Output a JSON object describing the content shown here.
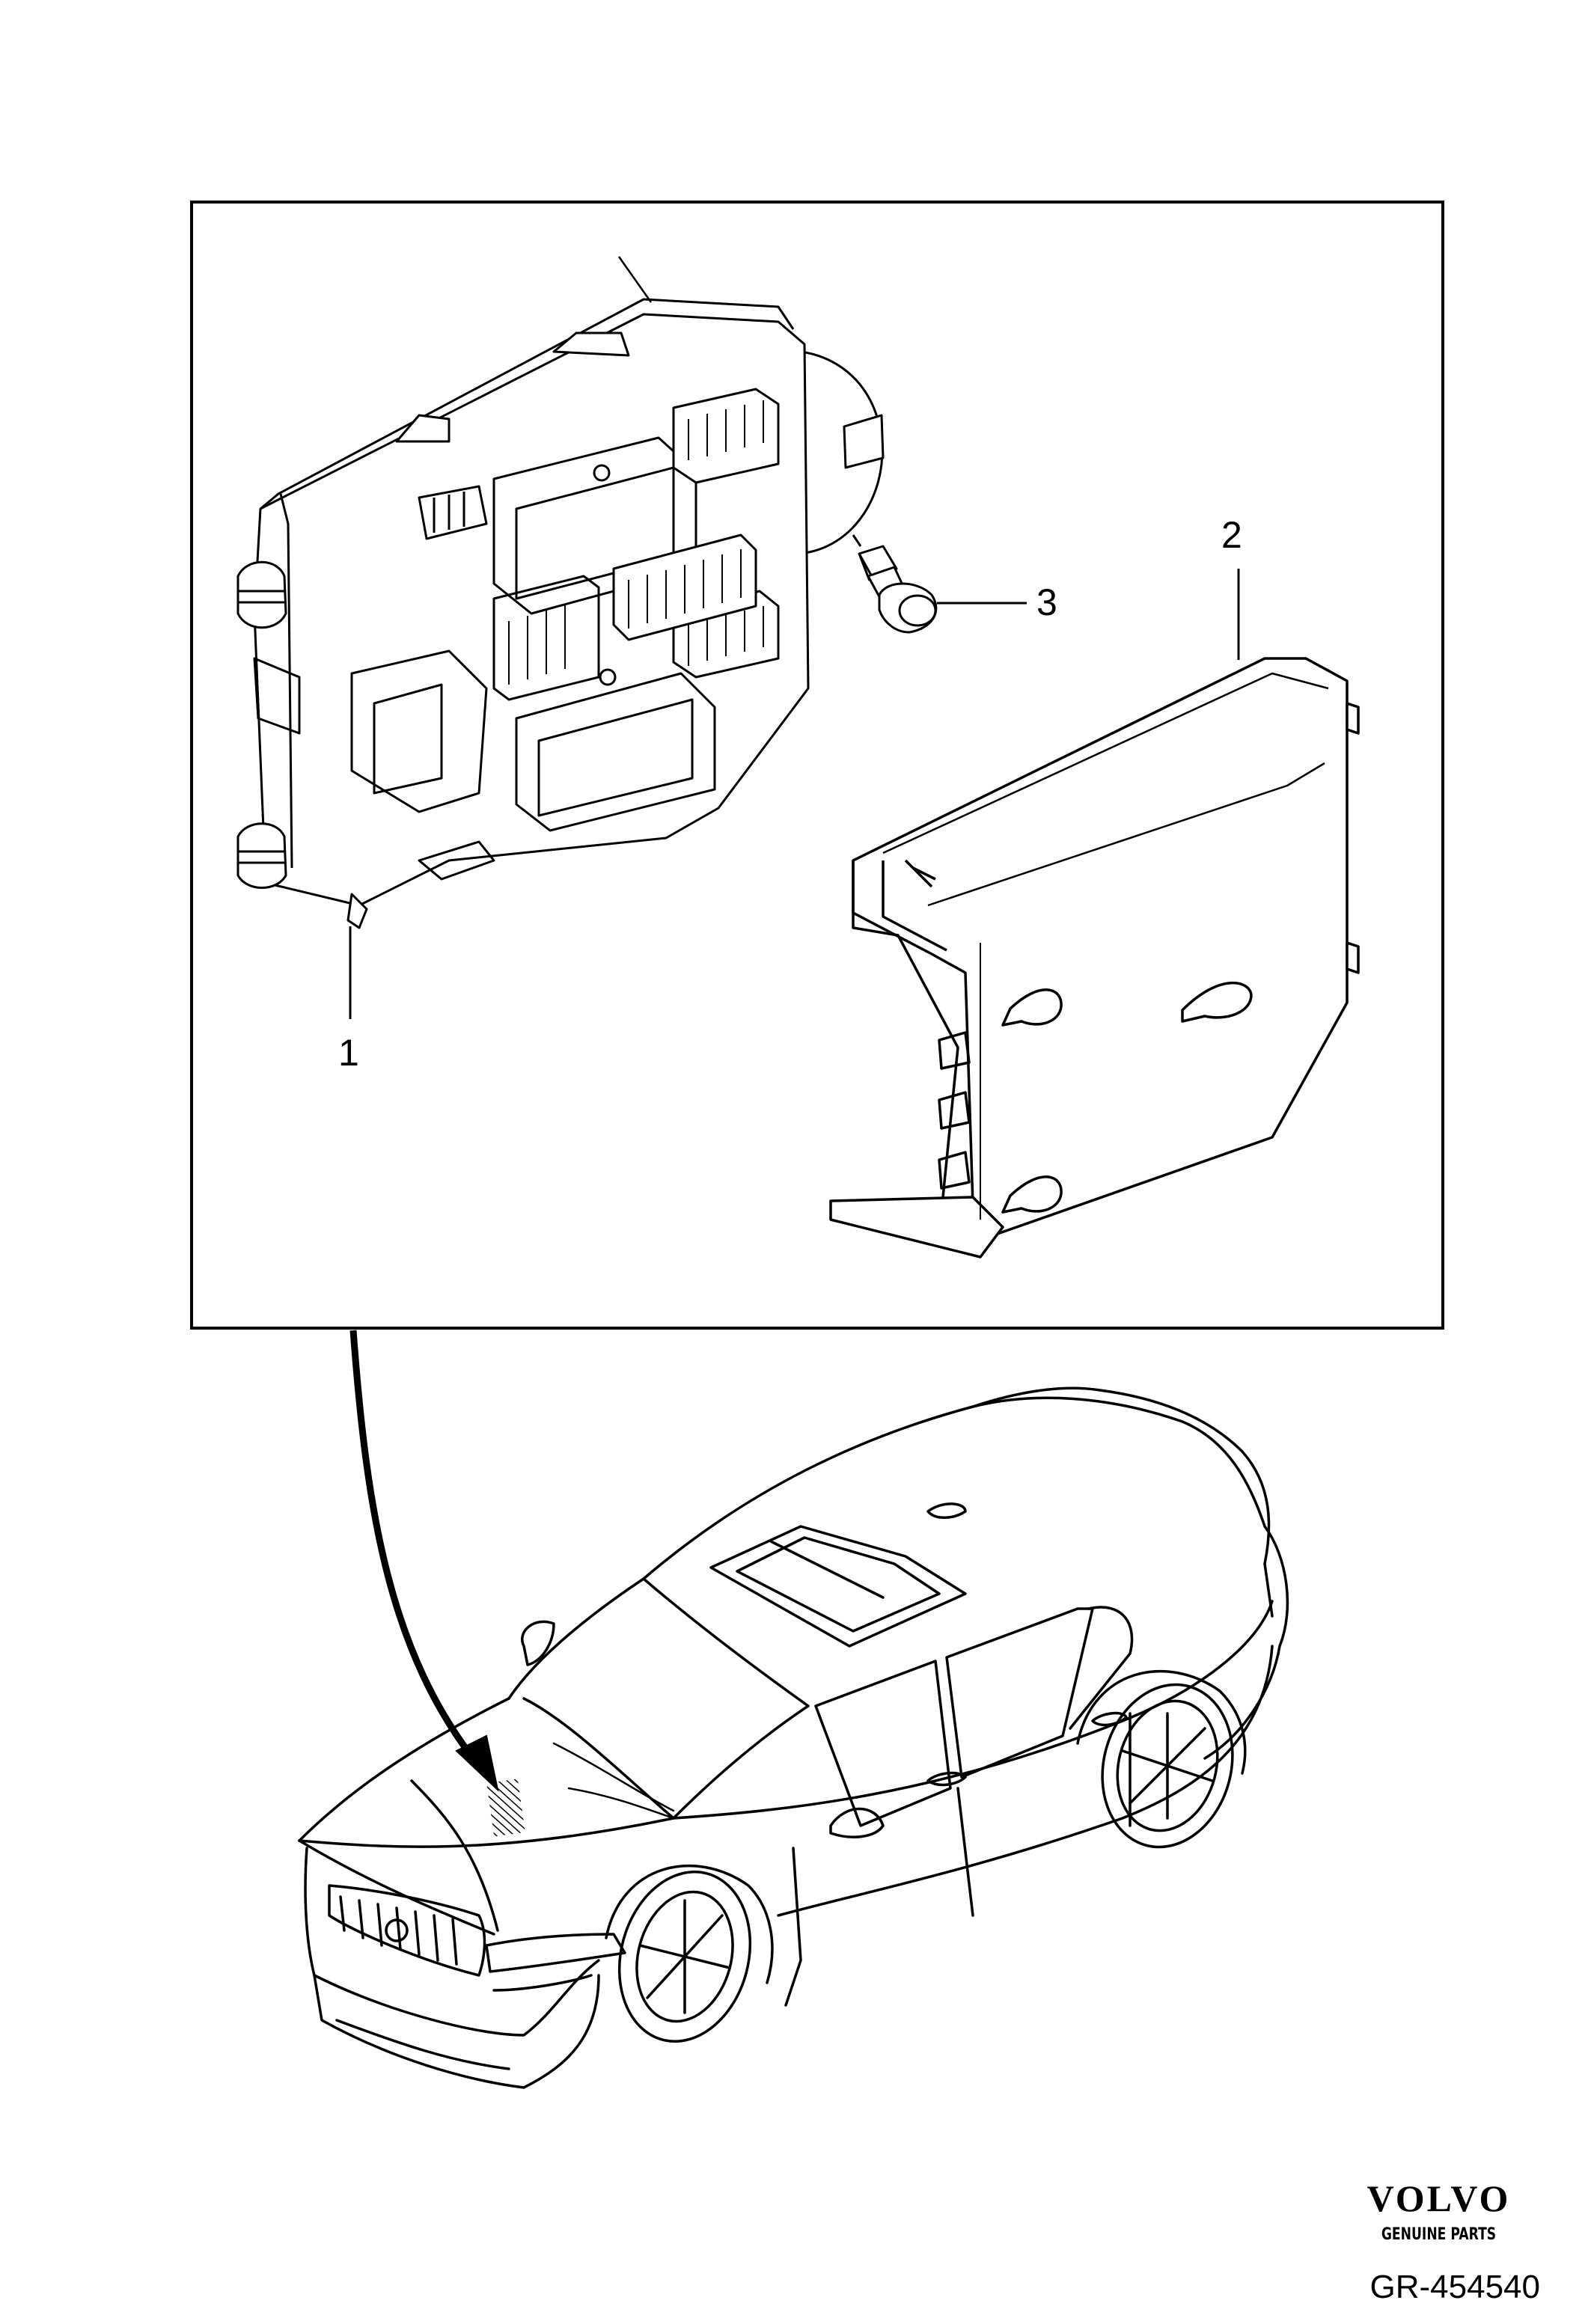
{
  "callouts": {
    "item1": "1",
    "item2": "2",
    "item3": "3"
  },
  "branding": {
    "name": "VOLVO",
    "tagline": "GENUINE PARTS"
  },
  "reference": {
    "code": "GR-454540"
  },
  "colors": {
    "line": "#000000",
    "background": "#ffffff"
  }
}
